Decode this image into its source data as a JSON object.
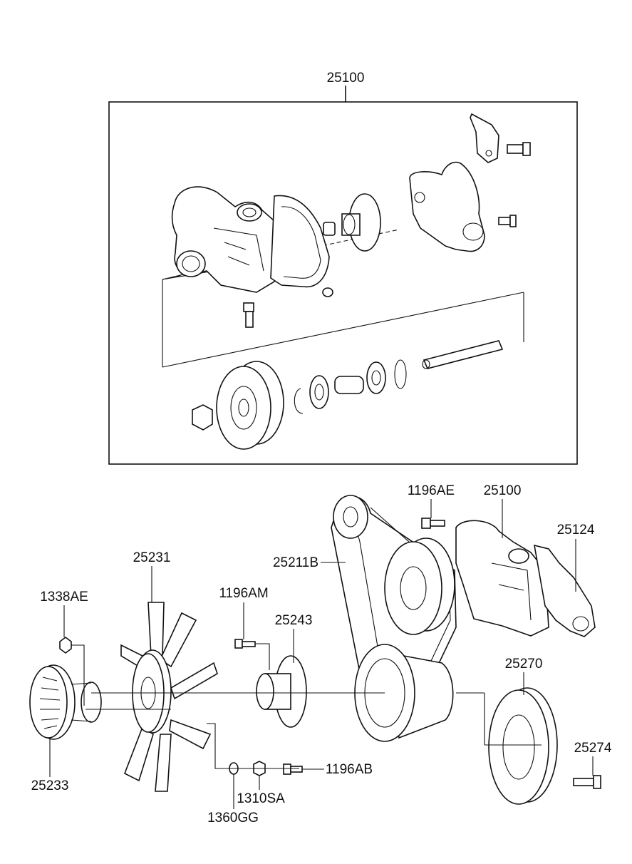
{
  "callouts": {
    "assembly_top": "25100",
    "bolt_1196ae": "1196AE",
    "pump_25100": "25100",
    "gasket_25124": "25124",
    "belt_25211b": "25211B",
    "fan_25231": "25231",
    "clutch_bolt_1338ae": "1338AE",
    "bolt_1196am": "1196AM",
    "spacer_25243": "25243",
    "pulley_25270": "25270",
    "bolt_25274": "25274",
    "fan_clutch_25233": "25233",
    "bolt_1196ab": "1196AB",
    "nut_1310sa": "1310SA",
    "washer_1360gg": "1360GG"
  }
}
